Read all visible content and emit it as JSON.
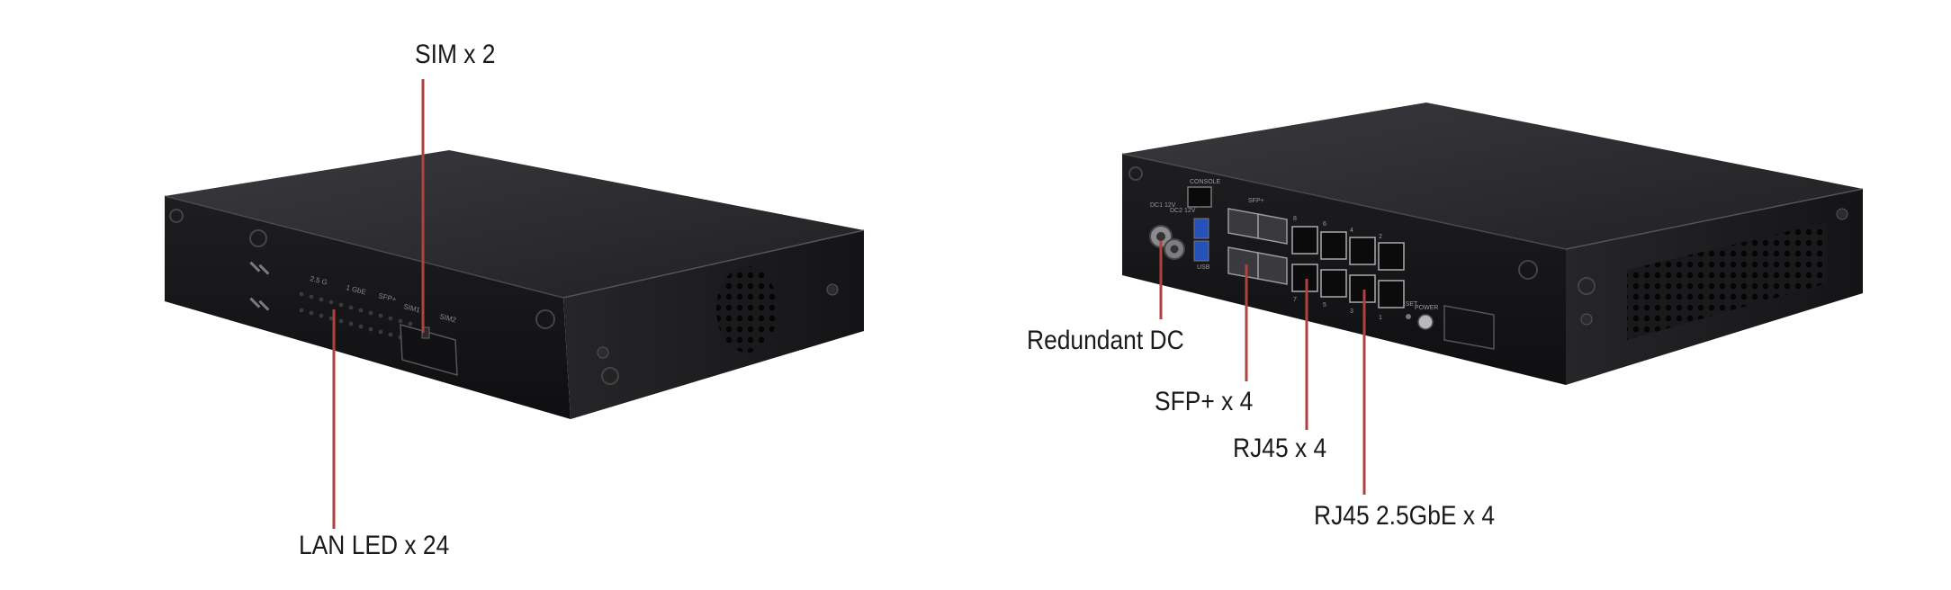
{
  "callouts": {
    "sim": "SIM x 2",
    "lan_led": "LAN LED x 24",
    "redundant_dc": "Redundant DC",
    "sfp": "SFP+ x 4",
    "rj45": "RJ45 x 4",
    "rj45_25": "RJ45 2.5GbE x 4"
  },
  "front_panel": {
    "group_25g": "2.5 G",
    "group_1g": "1 GbE",
    "group_sfp": "SFP+",
    "sim1": "SIM1",
    "sim2": "SIM2"
  },
  "rear_panel": {
    "console": "CONSOLE",
    "usb": "USB",
    "dc1": "DC1 12V",
    "dc2": "DC2 12V",
    "sfp_label": "SFP+",
    "reset": "RESET",
    "power": "POWER",
    "port_nums_top": [
      "8",
      "6",
      "4",
      "2"
    ],
    "port_nums_bottom": [
      "7",
      "5",
      "3",
      "1"
    ]
  },
  "colors": {
    "chassis": "#1c1c1e",
    "chassis_top": "#2a2a2d",
    "accent_line": "#b0413e",
    "text": "#1a1a1a"
  }
}
